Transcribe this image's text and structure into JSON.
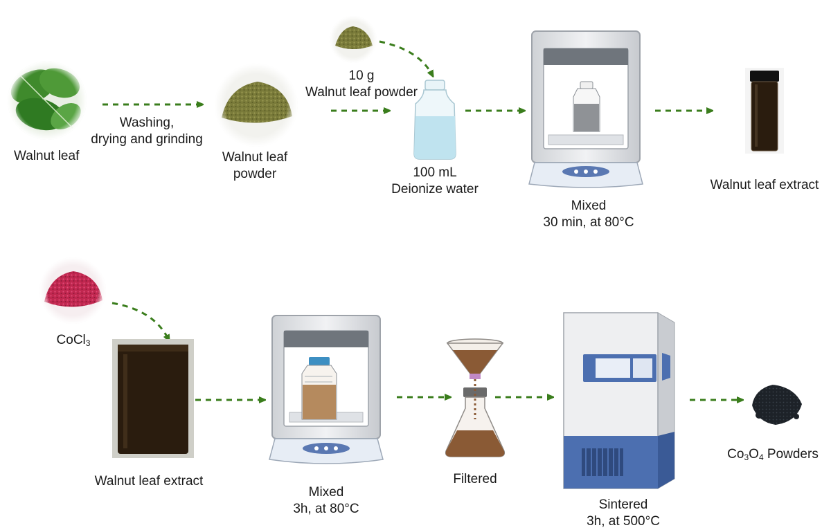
{
  "row1": {
    "walnut_leaf": "Walnut leaf",
    "step1_lines": [
      "Washing,",
      "drying and grinding"
    ],
    "powder_lines": [
      "Walnut leaf",
      "powder"
    ],
    "amount_lines": [
      "10 g",
      "Walnut leaf powder"
    ],
    "water_lines": [
      "100 mL",
      "Deionize water"
    ],
    "mixed_lines": [
      "Mixed",
      "30 min, at 80°C"
    ],
    "extract": "Walnut leaf extract"
  },
  "row2": {
    "cocl3": "CoCl",
    "cocl3_sub": "3",
    "extract": "Walnut leaf extract",
    "mixed_lines": [
      "Mixed",
      "3h, at 80°C"
    ],
    "filtered": "Filtered",
    "sintered_lines": [
      "Sintered",
      "3h, at 500°C"
    ],
    "co3o4_pre": "Co",
    "co3o4_sub1": "3",
    "co3o4_mid": "O",
    "co3o4_sub2": "4",
    "co3o4_post": " Powders"
  },
  "colors": {
    "arrow": "#3a7d1c",
    "leaf": "#3f8a2c",
    "powder": "#7a7b3a",
    "water": "#bfe3ef",
    "extract": "#2a1c0e",
    "cocl3": "#c0274f",
    "filtrate": "#8a5a35",
    "furnace_blue": "#4c6fb0",
    "co3o4": "#1d2228"
  },
  "icons": [
    "leaf-photo",
    "powder-photo",
    "water-bottle",
    "stirring-oven",
    "extract-vial",
    "cobalt-chloride-powder",
    "extract-beaker",
    "funnel-flask",
    "furnace",
    "black-powder"
  ]
}
